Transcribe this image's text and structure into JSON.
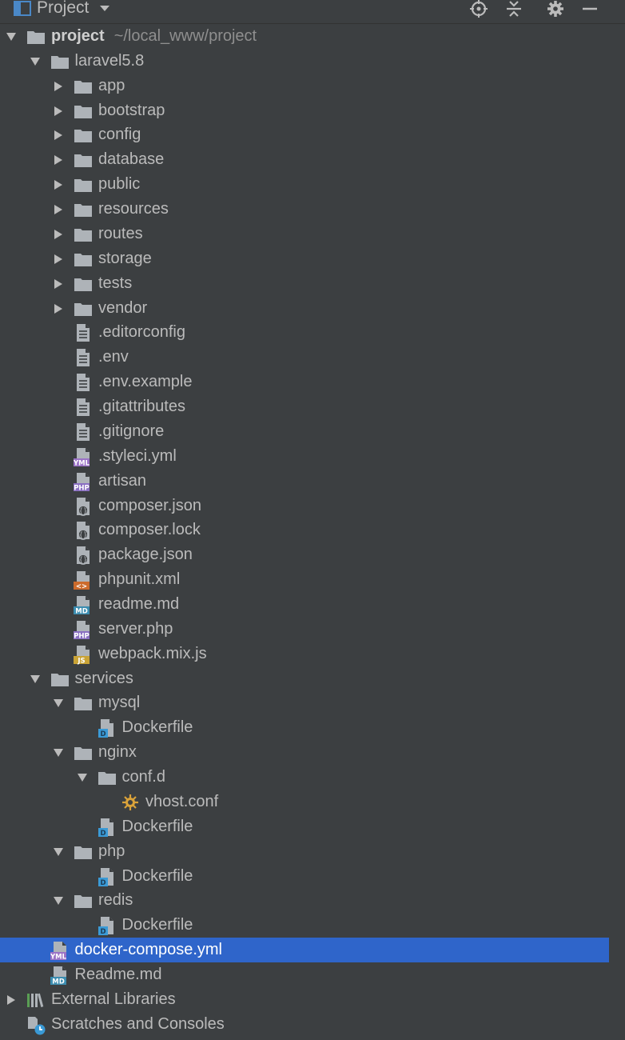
{
  "header": {
    "title": "Project",
    "icons": [
      "locate-icon",
      "collapse-all-icon",
      "gear-icon",
      "hide-icon"
    ]
  },
  "tree": {
    "rows": [
      {
        "depth": 0,
        "arrow": "down",
        "icon": "folder",
        "label": "project",
        "bold": true,
        "path": "~/local_www/project"
      },
      {
        "depth": 1,
        "arrow": "down",
        "icon": "folder",
        "label": "laravel5.8"
      },
      {
        "depth": 2,
        "arrow": "right",
        "icon": "folder",
        "label": "app"
      },
      {
        "depth": 2,
        "arrow": "right",
        "icon": "folder",
        "label": "bootstrap"
      },
      {
        "depth": 2,
        "arrow": "right",
        "icon": "folder",
        "label": "config"
      },
      {
        "depth": 2,
        "arrow": "right",
        "icon": "folder",
        "label": "database"
      },
      {
        "depth": 2,
        "arrow": "right",
        "icon": "folder",
        "label": "public"
      },
      {
        "depth": 2,
        "arrow": "right",
        "icon": "folder",
        "label": "resources"
      },
      {
        "depth": 2,
        "arrow": "right",
        "icon": "folder",
        "label": "routes"
      },
      {
        "depth": 2,
        "arrow": "right",
        "icon": "folder",
        "label": "storage"
      },
      {
        "depth": 2,
        "arrow": "right",
        "icon": "folder",
        "label": "tests"
      },
      {
        "depth": 2,
        "arrow": "right",
        "icon": "folder",
        "label": "vendor"
      },
      {
        "depth": 2,
        "arrow": "none",
        "icon": "text",
        "label": ".editorconfig"
      },
      {
        "depth": 2,
        "arrow": "none",
        "icon": "text",
        "label": ".env"
      },
      {
        "depth": 2,
        "arrow": "none",
        "icon": "text",
        "label": ".env.example"
      },
      {
        "depth": 2,
        "arrow": "none",
        "icon": "text",
        "label": ".gitattributes"
      },
      {
        "depth": 2,
        "arrow": "none",
        "icon": "text",
        "label": ".gitignore"
      },
      {
        "depth": 2,
        "arrow": "none",
        "icon": "yml",
        "label": ".styleci.yml"
      },
      {
        "depth": 2,
        "arrow": "none",
        "icon": "php",
        "label": "artisan"
      },
      {
        "depth": 2,
        "arrow": "none",
        "icon": "json",
        "label": "composer.json"
      },
      {
        "depth": 2,
        "arrow": "none",
        "icon": "json",
        "label": "composer.lock"
      },
      {
        "depth": 2,
        "arrow": "none",
        "icon": "json",
        "label": "package.json"
      },
      {
        "depth": 2,
        "arrow": "none",
        "icon": "xml",
        "label": "phpunit.xml"
      },
      {
        "depth": 2,
        "arrow": "none",
        "icon": "md",
        "label": "readme.md"
      },
      {
        "depth": 2,
        "arrow": "none",
        "icon": "php",
        "label": "server.php"
      },
      {
        "depth": 2,
        "arrow": "none",
        "icon": "js",
        "label": "webpack.mix.js"
      },
      {
        "depth": 1,
        "arrow": "down",
        "icon": "folder",
        "label": "services"
      },
      {
        "depth": 2,
        "arrow": "down",
        "icon": "folder",
        "label": "mysql"
      },
      {
        "depth": 3,
        "arrow": "none",
        "icon": "docker",
        "label": "Dockerfile"
      },
      {
        "depth": 2,
        "arrow": "down",
        "icon": "folder",
        "label": "nginx"
      },
      {
        "depth": 3,
        "arrow": "down",
        "icon": "folder",
        "label": "conf.d"
      },
      {
        "depth": 4,
        "arrow": "none",
        "icon": "conf",
        "label": "vhost.conf"
      },
      {
        "depth": 3,
        "arrow": "none",
        "icon": "docker",
        "label": "Dockerfile"
      },
      {
        "depth": 2,
        "arrow": "down",
        "icon": "folder",
        "label": "php"
      },
      {
        "depth": 3,
        "arrow": "none",
        "icon": "docker",
        "label": "Dockerfile"
      },
      {
        "depth": 2,
        "arrow": "down",
        "icon": "folder",
        "label": "redis"
      },
      {
        "depth": 3,
        "arrow": "none",
        "icon": "docker",
        "label": "Dockerfile"
      },
      {
        "depth": 1,
        "arrow": "none",
        "icon": "yml",
        "label": "docker-compose.yml",
        "selected": true
      },
      {
        "depth": 1,
        "arrow": "none",
        "icon": "md",
        "label": "Readme.md"
      },
      {
        "depth": 0,
        "arrow": "right",
        "icon": "libraries",
        "label": "External Libraries"
      },
      {
        "depth": 0,
        "arrow": "none",
        "icon": "scratches",
        "label": "Scratches and Consoles"
      }
    ]
  },
  "colors": {
    "background": "#3c3f41",
    "selection": "#2f65ca",
    "folder": "#aeb3b8",
    "text_icon": "#aeb3b8",
    "yml_badge": "#9b73c6",
    "php_badge": "#8a6fc2",
    "xml_badge": "#cc6b2c",
    "md_badge": "#3c8db0",
    "js_badge": "#c9a336",
    "docker_badge": "#3a9ad6",
    "conf_icon": "#d9a23a"
  }
}
